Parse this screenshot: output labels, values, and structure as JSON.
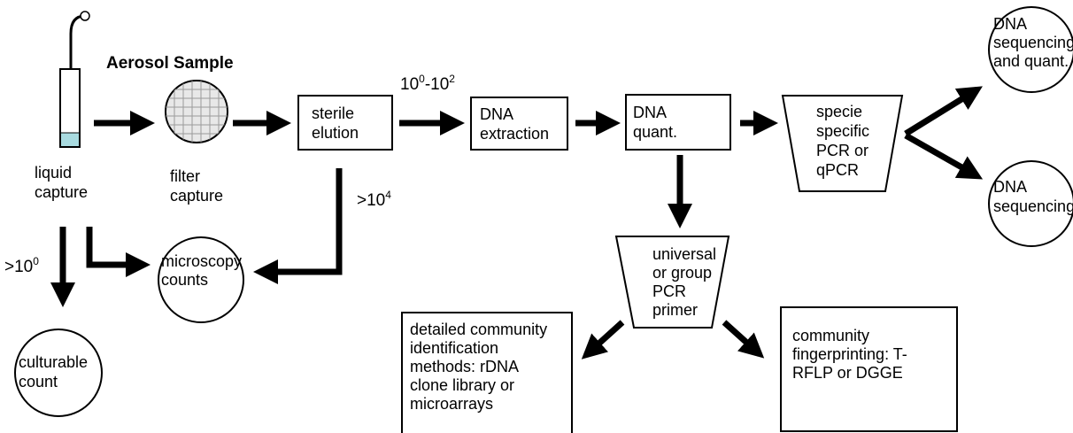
{
  "title": "Aerosol  Sample",
  "nodes": {
    "liquid_capture": "liquid\ncapture",
    "filter_capture": "filter\ncapture",
    "sterile_elution": "sterile\nelution",
    "dna_extraction": "DNA\nextraction",
    "dna_quant": "DNA\nquant.",
    "specie_specific": "specie\nspecific\nPCR or\nqPCR",
    "dna_seq_quant": "DNA\nsequencing\nand quant.",
    "dna_sequencing": "DNA\nsequencing",
    "microscopy_counts": "microscopy\ncounts",
    "culturable_count": "culturable\ncount",
    "universal_primer": "universal\nor group\nPCR\nprimer",
    "detailed_community": "detailed community\nidentification\nmethods: rDNA\nclone library or\nmicroarrays",
    "community_fingerprinting": "community\nfingerprinting: T-\nRFLP or DGGE"
  },
  "quantities": {
    "elution_to_extraction": {
      "base1": "10",
      "exp1": "0",
      "sep": "-",
      "base2": "10",
      "exp2": "2"
    },
    "elution_to_microscopy": {
      "prefix": ">",
      "base": "10",
      "exp": "4"
    },
    "liquid_to_culturable": {
      "prefix": ">",
      "base": "10",
      "exp": "0"
    }
  },
  "colors": {
    "stroke": "#000000",
    "liquid": "#a9dbe0",
    "filter_fill": "#e8e8e8",
    "filter_grid": "#9a9a9a"
  }
}
